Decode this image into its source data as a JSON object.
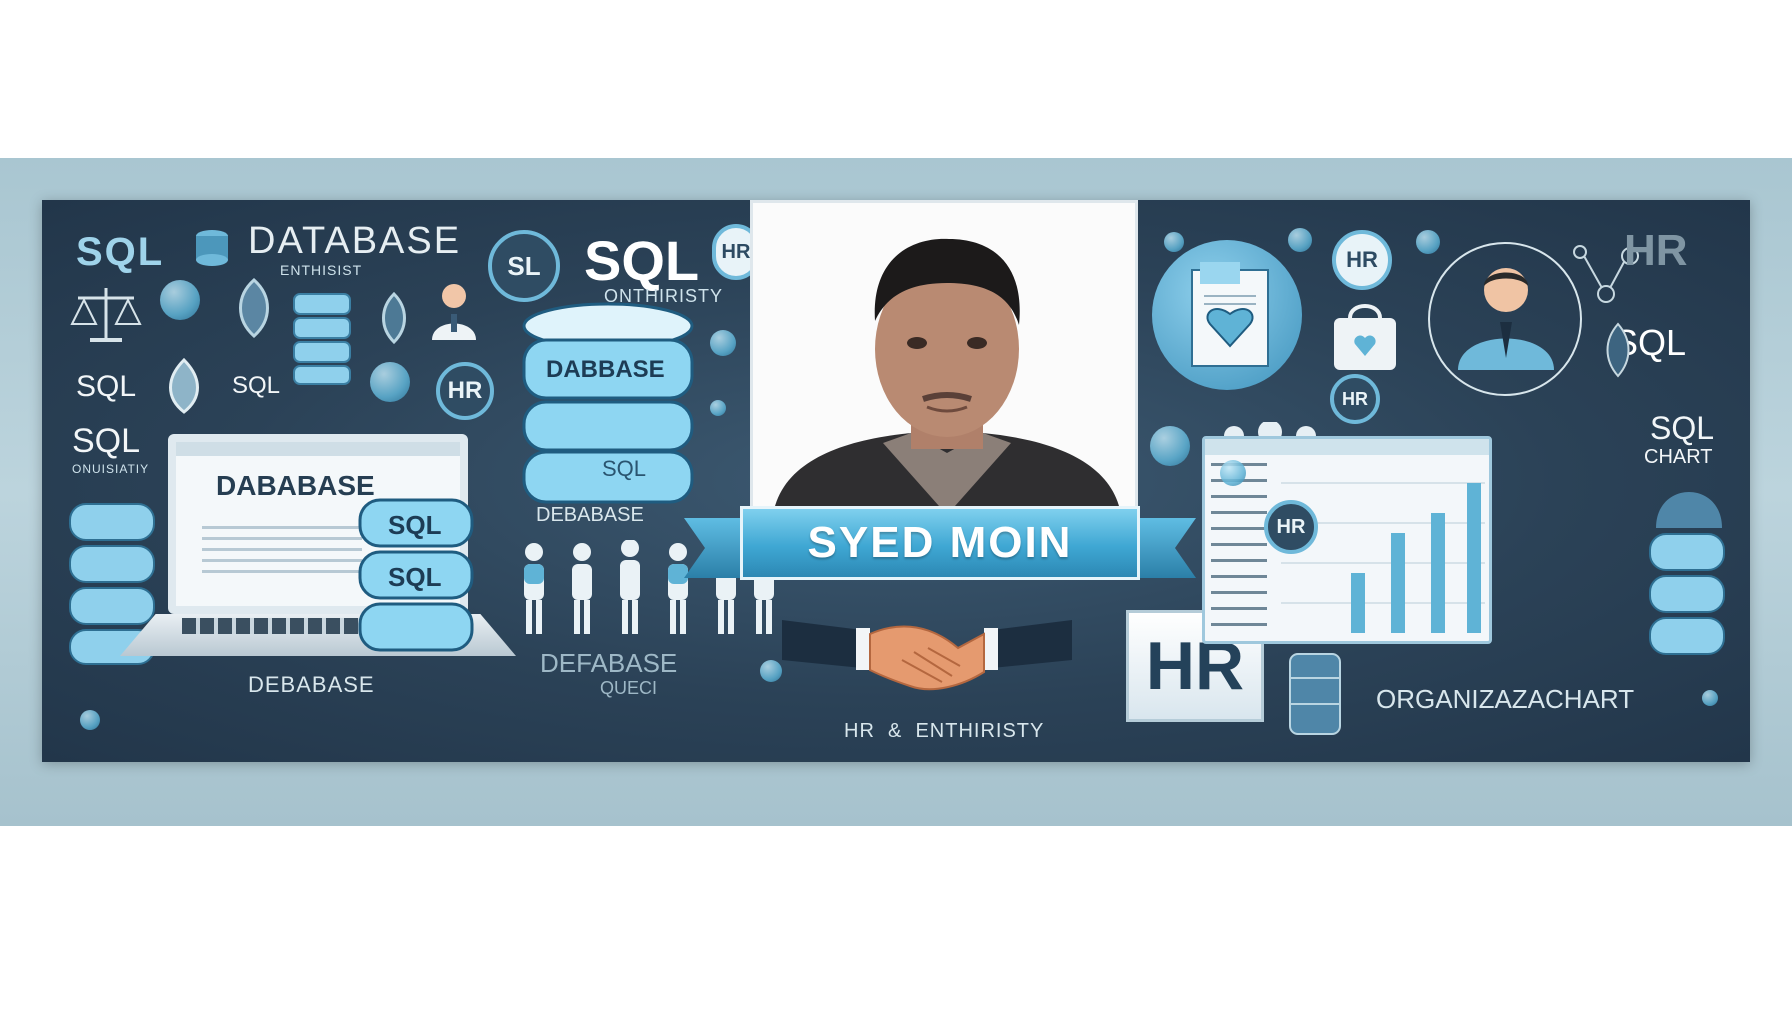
{
  "banner": {
    "colors": {
      "background": "#2b4257",
      "accent": "#5fb3d6",
      "outer": "#a9c6d1",
      "ribbon": "#3fa7d3"
    },
    "profile": {
      "name": "SYED MOIN"
    },
    "texts": {
      "sql_logo": "SQL",
      "database_heading": "DATABASE",
      "database_sub": "ENTHISIST",
      "sl_badge": "SL",
      "sql_big": "SQL",
      "onthiristy": "ONTHIRISTY",
      "sql_left_1": "SQL",
      "sql_left_2": "SQL",
      "hr_badge_1": "HR",
      "sql_left_3": "SQL",
      "sql_left_3_sub": "ONUISIATIY",
      "laptop_title": "DABABASE",
      "cyl_sql_1": "SQL",
      "cyl_sql_2": "SQL",
      "laptop_caption": "DEBABASE",
      "center_db_top": "DABBASE",
      "center_db_bottom": "SQL",
      "debase_label": "DEBABASE",
      "defabase": "DEFABASE",
      "queci": "QUECI",
      "hr_enthiristy": "HR  &  ENTHIRISTY",
      "hr_plaque": "HR",
      "hr_top_right_badge": "HR",
      "hr_top_right_corner": "HR",
      "sql_right": "SQL",
      "hr_mid_badge": "HR",
      "sql_chart_1": "SQL",
      "sql_chart_2": "CHART",
      "hr_lower_badge": "HR",
      "org_chart": "ORGANIZAZACHART",
      "hr_top_center_badge": "HR"
    },
    "icons": [
      "scales-icon",
      "balloon-icon",
      "person-icon",
      "database-icon",
      "handshake-icon",
      "document-heart-icon",
      "bag-icon",
      "people-group-icon",
      "network-icon",
      "laptop-icon",
      "chart-window-icon"
    ]
  }
}
